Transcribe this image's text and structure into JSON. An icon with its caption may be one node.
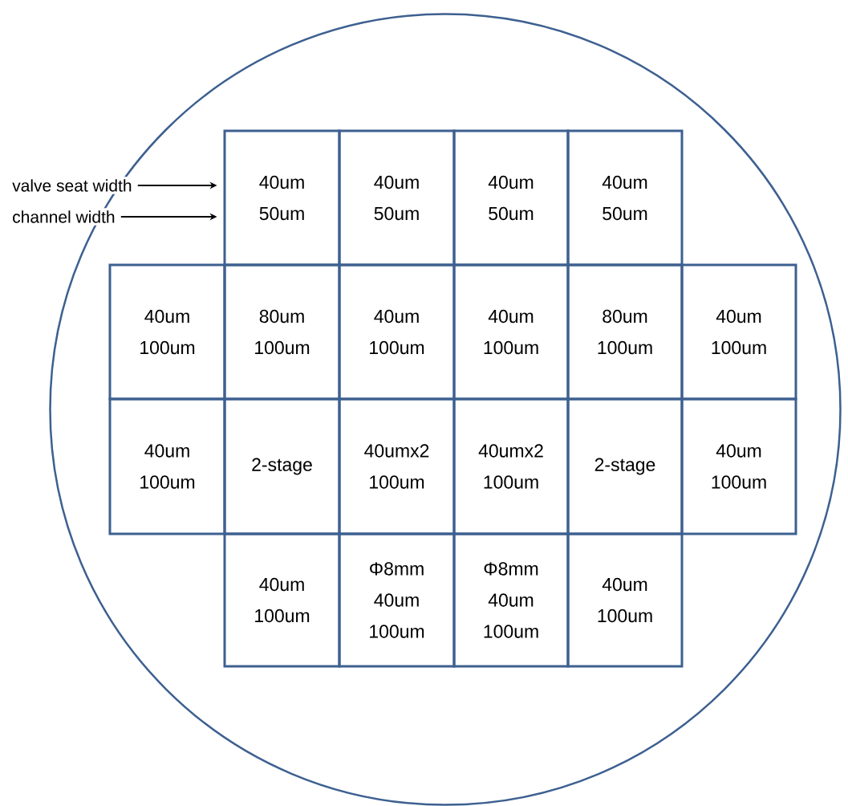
{
  "diagram": {
    "nodes": [
      {
        "text": [],
        "shape": "circle"
      },
      {
        "text": [
          "valve seat width"
        ]
      },
      {
        "text": [
          "channel width"
        ]
      },
      {
        "text": [
          "40um",
          "50um"
        ],
        "in": 0
      },
      {
        "text": [
          "40um",
          "50um"
        ],
        "in": 0
      },
      {
        "text": [
          "40um",
          "50um"
        ],
        "in": 0
      },
      {
        "text": [
          "40um",
          "50um"
        ],
        "in": 0
      },
      {
        "text": [
          "40um",
          "100um"
        ],
        "in": 0
      },
      {
        "text": [
          "80um",
          "100um"
        ],
        "in": 0
      },
      {
        "text": [
          "40um",
          "100um"
        ],
        "in": 0
      },
      {
        "text": [
          "40um",
          "100um"
        ],
        "in": 0
      },
      {
        "text": [
          "80um",
          "100um"
        ],
        "in": 0
      },
      {
        "text": [
          "40um",
          "100um"
        ],
        "in": 0
      },
      {
        "text": [
          "40um",
          "100um"
        ],
        "in": 0
      },
      {
        "text": [
          "2-stage"
        ],
        "in": 0
      },
      {
        "text": [
          "40umx2",
          "100um"
        ],
        "in": 0
      },
      {
        "text": [
          "40umx2",
          "100um"
        ],
        "in": 0
      },
      {
        "text": [
          "2-stage"
        ],
        "in": 0
      },
      {
        "text": [
          "40um",
          "100um"
        ],
        "in": 0
      },
      {
        "text": [
          "40um",
          "100um"
        ],
        "in": 0
      },
      {
        "text": [
          "Φ8mm",
          "40um",
          "100um"
        ],
        "in": 0
      },
      {
        "text": [
          "Φ8mm",
          "40um",
          "100um"
        ],
        "in": 0
      },
      {
        "text": [
          "40um",
          "100um"
        ],
        "in": 0
      }
    ],
    "edges": [
      {
        "from": 1,
        "to": 3,
        "arrow": "to"
      },
      {
        "from": 2,
        "to": 3,
        "arrow": "to"
      }
    ]
  }
}
